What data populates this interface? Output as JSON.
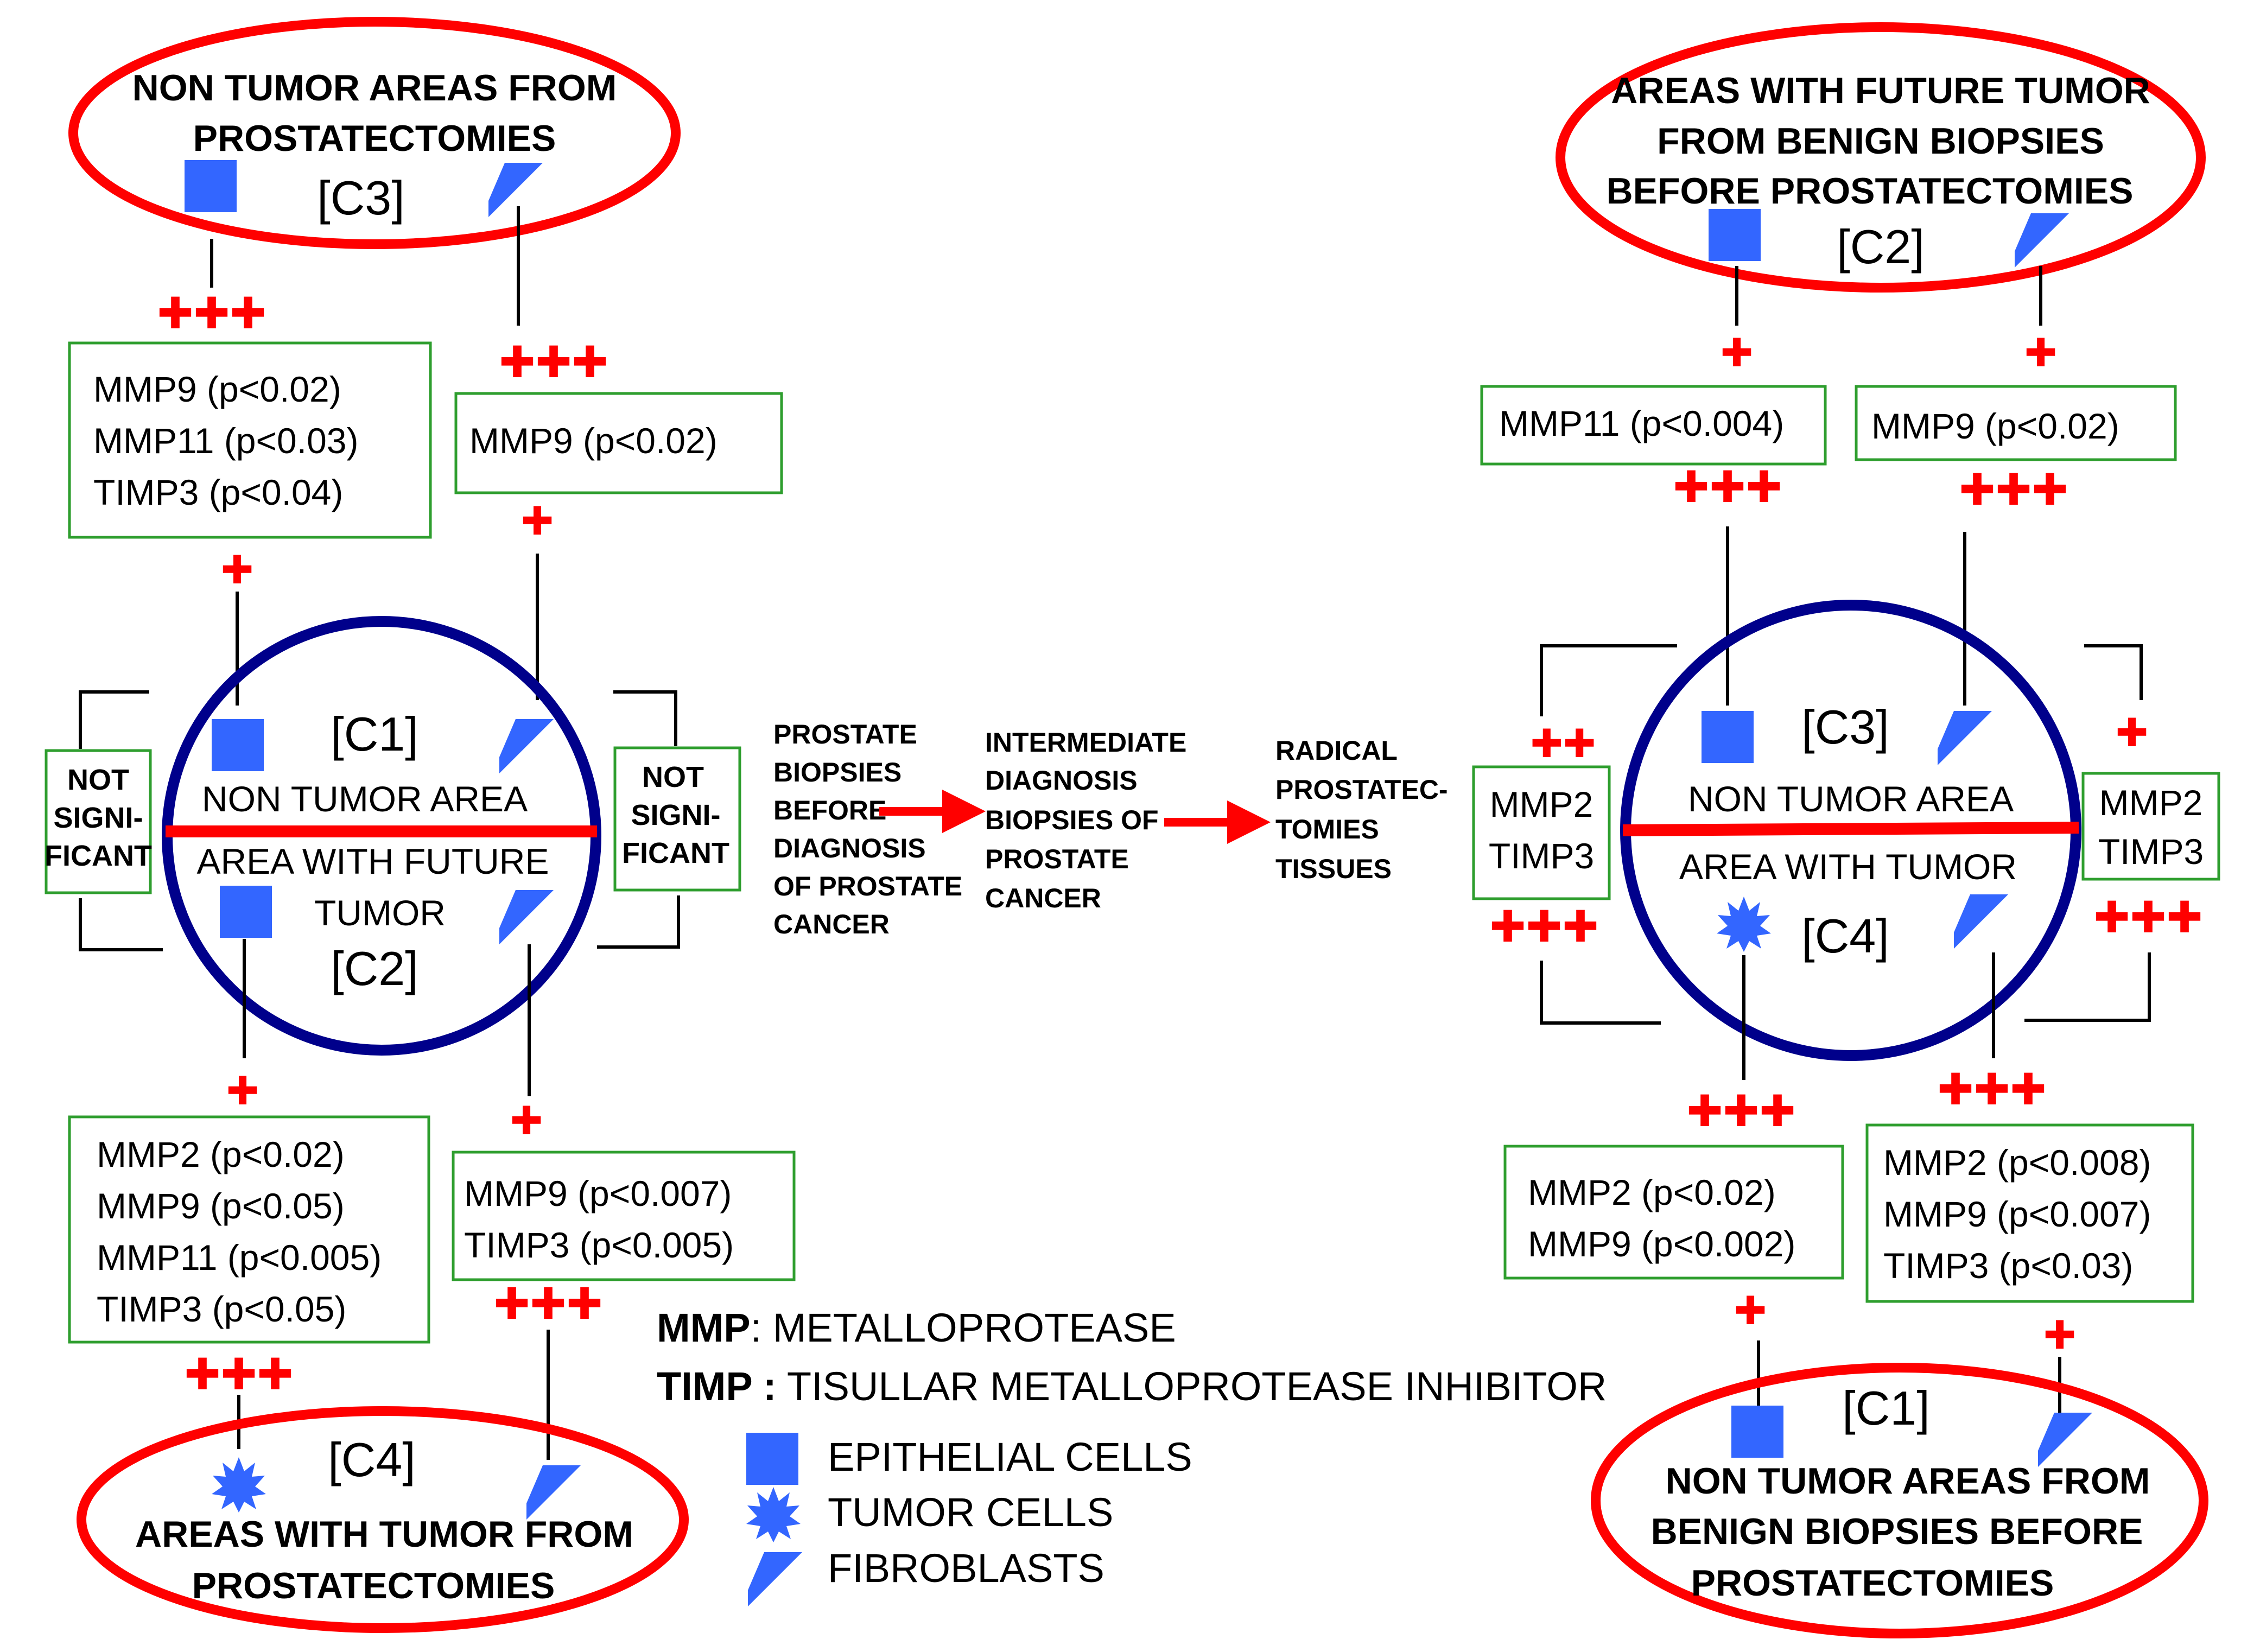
{
  "colors": {
    "red": "#ff0000",
    "blue": "#3366ff",
    "navy": "#00008b",
    "green": "#2e9e2e",
    "black": "#000000"
  },
  "symbols": {
    "plus_one": "✚",
    "plus_two": "✚✚",
    "plus_three": "✚✚✚"
  },
  "left": {
    "top_region": {
      "line1": "NON TUMOR AREAS FROM",
      "line2": "PROSTATECTOMIES",
      "code": "[C3]"
    },
    "bottom_region": {
      "code": "[C4]",
      "line1": "AREAS WITH TUMOR FROM",
      "line2": "PROSTATECTOMIES"
    },
    "circle": {
      "top_code": "[C1]",
      "top_label": "NON TUMOR AREA",
      "bottom_line1": "AREA WITH FUTURE",
      "bottom_line2": "TUMOR",
      "bottom_code": "[C2]"
    },
    "side_left": {
      "line1": "NOT",
      "line2": "SIGNI-",
      "line3": "FICANT"
    },
    "side_right": {
      "line1": "NOT",
      "line2": "SIGNI-",
      "line3": "FICANT"
    },
    "box_top_epi": [
      "MMP9 (p<0.02)",
      "MMP11 (p<0.03)",
      "TIMP3 (p<0.04)"
    ],
    "box_top_fib": [
      "MMP9 (p<0.02)"
    ],
    "box_bot_epi": [
      "MMP2 (p<0.02)",
      "MMP9 (p<0.05)",
      "MMP11 (p<0.005)",
      "TIMP3 (p<0.05)"
    ],
    "box_bot_fib": [
      "MMP9 (p<0.007)",
      "TIMP3 (p<0.005)"
    ]
  },
  "flow": {
    "step1": [
      "PROSTATE",
      "BIOPSIES",
      "BEFORE",
      "DIAGNOSIS",
      "OF PROSTATE",
      "CANCER"
    ],
    "step2": [
      "INTERMEDIATE",
      "DIAGNOSIS",
      "BIOPSIES OF",
      "PROSTATE",
      "CANCER"
    ],
    "step3": [
      "RADICAL",
      "PROSTATEC-",
      "TOMIES",
      "TISSUES"
    ]
  },
  "right": {
    "top_region": {
      "line1": "AREAS WITH FUTURE TUMOR",
      "line2": "FROM BENIGN BIOPSIES",
      "line3": "BEFORE PROSTATECTOMIES",
      "code": "[C2]"
    },
    "bottom_region": {
      "code": "[C1]",
      "line1": "NON TUMOR AREAS FROM",
      "line2": "BENIGN BIOPSIES BEFORE",
      "line3": "PROSTATECTOMIES"
    },
    "circle": {
      "top_code": "[C3]",
      "top_label": "NON TUMOR AREA",
      "bottom_label": "AREA WITH TUMOR",
      "bottom_code": "[C4]"
    },
    "side_left": [
      "MMP2",
      "TIMP3"
    ],
    "side_right": [
      "MMP2",
      "TIMP3"
    ],
    "box_top_epi": [
      "MMP11 (p<0.004)"
    ],
    "box_top_fib": [
      "MMP9 (p<0.02)"
    ],
    "box_bot_tumor": [
      "MMP2 (p<0.02)",
      "MMP9 (p<0.002)"
    ],
    "box_bot_fib": [
      "MMP2 (p<0.008)",
      "MMP9 (p<0.007)",
      "TIMP3 (p<0.03)"
    ]
  },
  "legend": {
    "mmp_abbr": "MMP",
    "mmp_def": ": METALLOPROTEASE",
    "timp_abbr": "TIMP :",
    "timp_def": " TISULLAR METALLOPROTEASE INHIBITOR",
    "epithelial": "EPITHELIAL CELLS",
    "tumor": "TUMOR CELLS",
    "fibroblasts": "FIBROBLASTS"
  }
}
